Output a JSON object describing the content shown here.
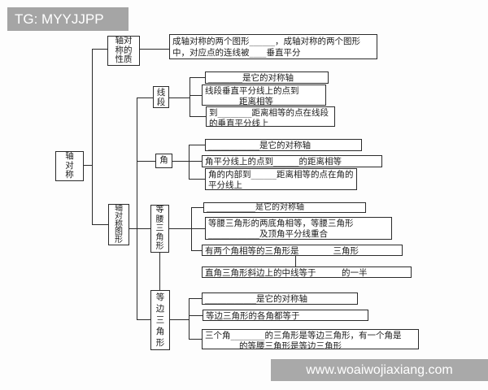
{
  "watermark_top": {
    "text": "TG: MYYJJPP"
  },
  "watermark_bottom": {
    "text": "www.woaiwojiaxiang.com"
  },
  "colors": {
    "banner_gray": "#a5a5a5",
    "line_ink": "#2a2a2a",
    "paper": "#fdfdfd"
  },
  "diagram": {
    "root": {
      "label": "轴对称"
    },
    "branches": [
      {
        "label": "轴对称的性质",
        "notes": [
          "成轴对称的两个图形______，成轴对称的两个图形中，对应点的连线被____垂直平分"
        ]
      },
      {
        "label": "轴对称图形",
        "children": [
          {
            "label": "线段",
            "notes": [
              "________是它的对称轴",
              "线段垂直平分线上的点到________距离相等",
              "到________距离相等的点在线段的垂直平分线上"
            ]
          },
          {
            "label": "角",
            "notes": [
              "____________是它的对称轴",
              "角平分线上的点到______的距离相等",
              "角的内部到______距离相等的点在角的平分线上"
            ]
          },
          {
            "label": "等腰三角形",
            "notes": [
              "____________是它的对称轴",
              "等腰三角形的两底角相等，等腰三角形____________及顶角平分线重合",
              "有两个角相等的三角形是________三角形",
              "直角三角形斜边上的中线等于______的一半"
            ]
          },
          {
            "label": "等边三角形",
            "notes": [
              "____________是它的对称轴",
              "等边三角形的各角都等于______",
              "三个角________的三角形是等边三角形，有一个角是________的等腰三角形是等边三角形"
            ]
          }
        ]
      }
    ]
  }
}
